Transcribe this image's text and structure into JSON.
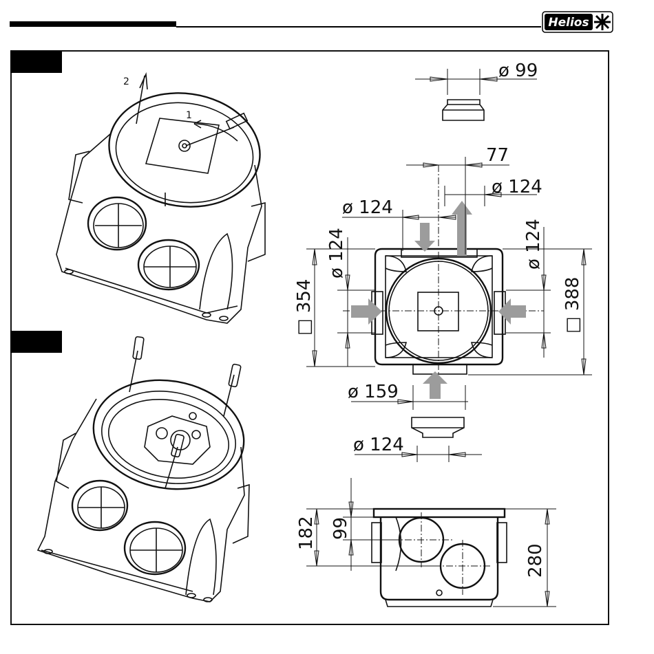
{
  "brand": {
    "name": "Helios"
  },
  "dimensions": {
    "top_outlet_diameter": "ø 99",
    "offset": "77",
    "right_top_diameter": "ø 124",
    "left_top_diameter": "ø 124",
    "left_side_diameter": "ø 124",
    "right_side_diameter": "ø 124",
    "square_354": "□ 354",
    "square_388": "□ 388",
    "bottom_diameter_159": "ø 159",
    "bottom_diameter_124": "ø 124",
    "height_182": "182",
    "height_99": "99",
    "height_280": "280"
  },
  "steps": {
    "one": "1",
    "two": "2"
  }
}
